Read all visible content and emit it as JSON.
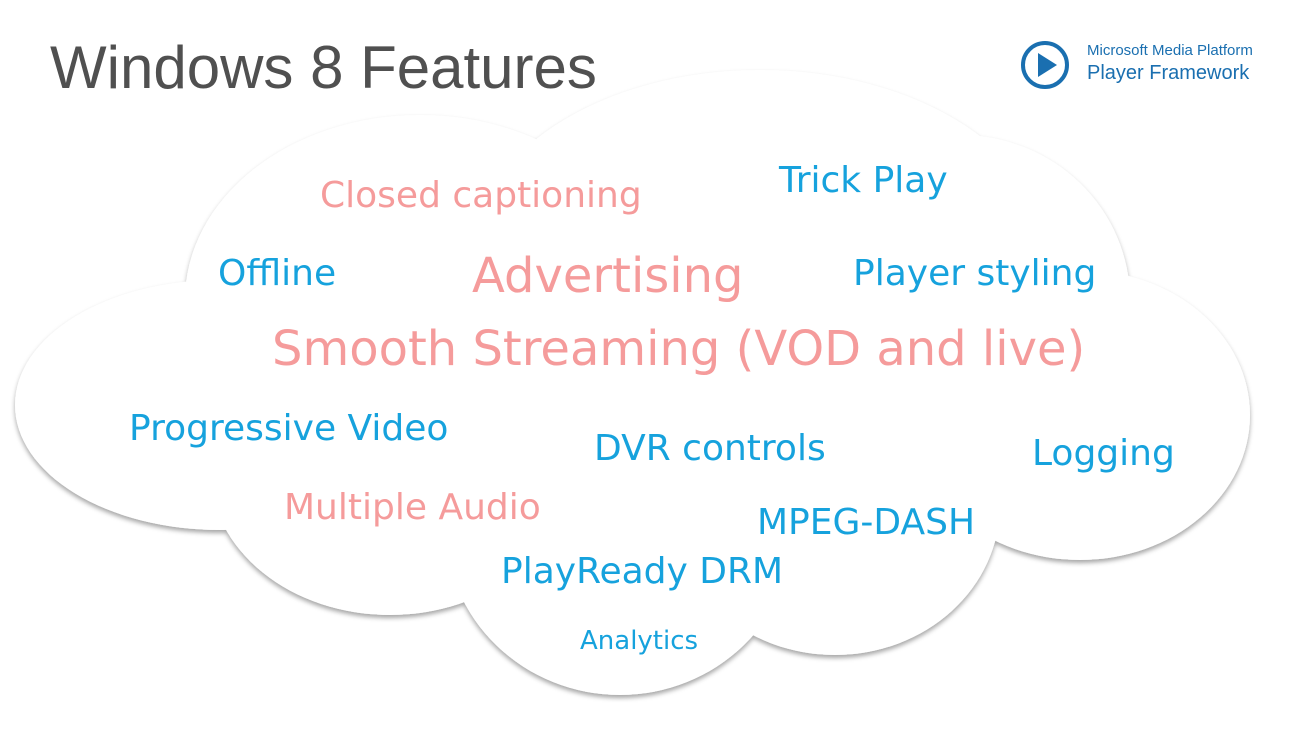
{
  "title": "Windows 8 Features",
  "logo": {
    "line1": "Microsoft Media Platform",
    "line2": "Player Framework",
    "icon": "play-circle-icon",
    "color": "#1a6fb0"
  },
  "colors": {
    "blue": "#16a2dd",
    "pink": "#f59b9b",
    "title": "#505050"
  },
  "features": {
    "trick_play": "Trick Play",
    "closed_captioning": "Closed captioning",
    "offline": "Offline",
    "advertising": "Advertising",
    "player_styling": "Player styling",
    "smooth_streaming": "Smooth Streaming (VOD and live)",
    "progressive_video": "Progressive Video",
    "dvr_controls": "DVR controls",
    "logging": "Logging",
    "multiple_audio": "Multiple Audio",
    "mpeg_dash": "MPEG-DASH",
    "playready_drm": "PlayReady DRM",
    "analytics": "Analytics"
  }
}
